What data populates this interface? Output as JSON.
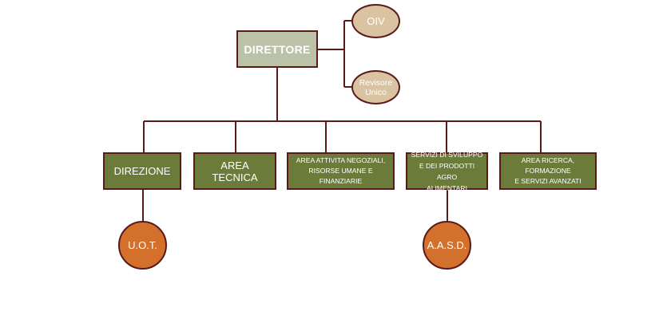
{
  "diagram": {
    "director": {
      "label": "DIRETTORE"
    },
    "advisors": [
      {
        "label": "OIV"
      },
      {
        "label_line1": "Revisore",
        "label_line2": "Unico"
      }
    ],
    "areas": [
      {
        "line1": "DIREZIONE"
      },
      {
        "line1": "AREA TECNICA"
      },
      {
        "line1": "AREA ATTIVITA NEGOZIALI,",
        "line2": "RISORSE UMANE E FINANZIARIE"
      },
      {
        "line1": "SERVIZI DI SVILUPPO",
        "line2": "E DEI PRODOTTI AGRO",
        "line3": "ALIMENTARI"
      },
      {
        "line1": "AREA RICERCA, FORMAZIONE",
        "line2": "E SERVIZI AVANZATI"
      }
    ],
    "units": [
      {
        "label": "U.O.T.",
        "parent": "DIREZIONE"
      },
      {
        "label": "A.A.S.D.",
        "parent": "SERVIZI DI SVILUPPO E DEI PRODOTTI AGRO ALIMENTARI"
      }
    ],
    "colors": {
      "line": "#5a1a1a",
      "director_fill": "#bcc2a7",
      "area_fill": "#6b7c3a",
      "advisor_fill": "#d9c3a1",
      "unit_fill": "#d2702c"
    }
  }
}
